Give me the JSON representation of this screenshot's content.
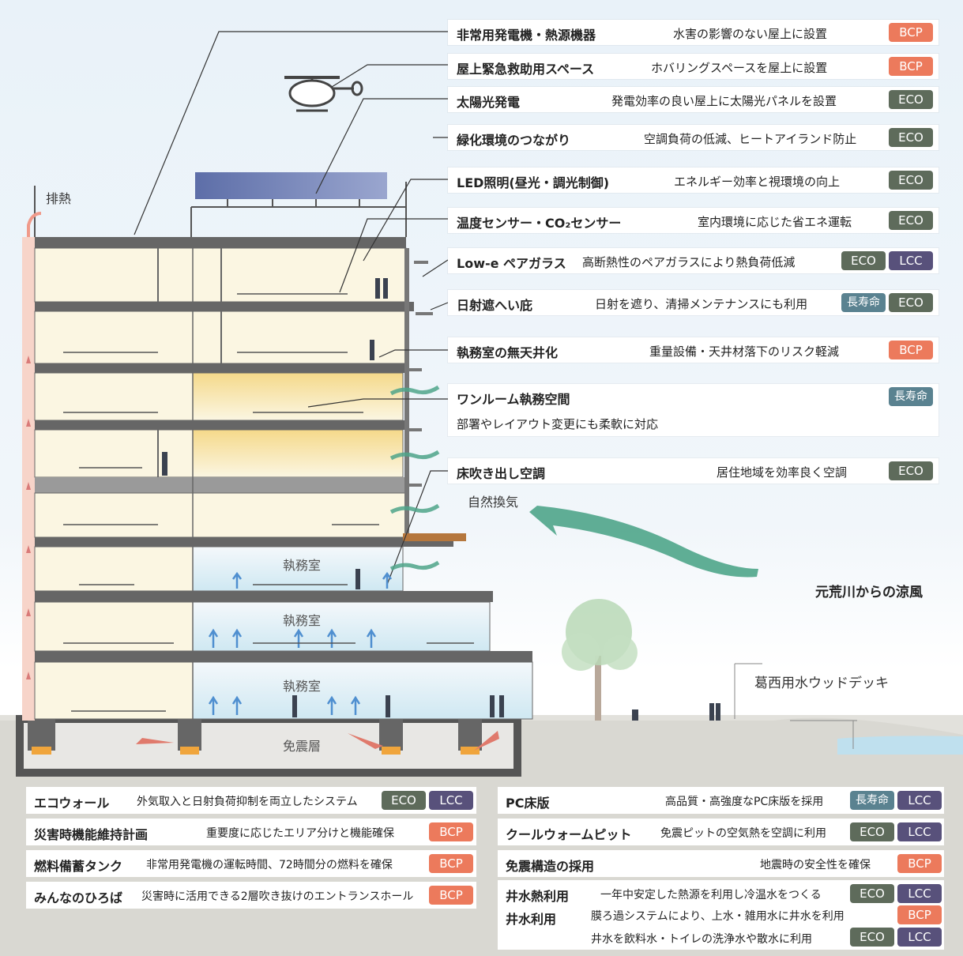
{
  "callouts": {
    "c1": {
      "title": "非常用発電機・熱源機器",
      "desc": "水害の影響のない屋上に設置",
      "b1": "BCP"
    },
    "c2": {
      "title": "屋上緊急救助用スペース",
      "desc": "ホバリングスペースを屋上に設置",
      "b1": "BCP"
    },
    "c3": {
      "title": "太陽光発電",
      "desc": "発電効率の良い屋上に太陽光パネルを設置",
      "b1": "ECO"
    },
    "c4": {
      "title": "緑化環境のつながり",
      "desc": "空調負荷の低減、ヒートアイランド防止",
      "b1": "ECO"
    },
    "c5": {
      "title": "LED照明(昼光・調光制御)",
      "desc": "エネルギー効率と視環境の向上",
      "b1": "ECO"
    },
    "c6": {
      "title": "温度センサー・CO₂センサー",
      "desc": "室内環境に応じた省エネ運転",
      "b1": "ECO"
    },
    "c7": {
      "title": "Low-e ペアガラス",
      "desc": "高断熱性のペアガラスにより熱負荷低減",
      "b1": "ECO",
      "b2": "LCC"
    },
    "c8": {
      "title": "日射遮へい庇",
      "desc": "日射を遮り、清掃メンテナンスにも利用",
      "b1": "長寿命",
      "b2": "ECO"
    },
    "c9": {
      "title": "執務室の無天井化",
      "desc": "重量設備・天井材落下のリスク軽減",
      "b1": "BCP"
    },
    "c10": {
      "title": "ワンルーム執務空間",
      "desc": "部署やレイアウト変更にも柔軟に対応",
      "b1": "長寿命"
    },
    "c11": {
      "title": "床吹き出し空調",
      "desc": "居住地域を効率良く空調",
      "b1": "ECO"
    }
  },
  "bottom_left": {
    "r1": {
      "title": "エコウォール",
      "desc": "外気取入と日射負荷抑制を両立したシステム",
      "b1": "ECO",
      "b2": "LCC"
    },
    "r2": {
      "title": "災害時機能維持計画",
      "desc": "重要度に応じたエリア分けと機能確保",
      "b1": "BCP"
    },
    "r3": {
      "title": "燃料備蓄タンク",
      "desc": "非常用発電機の運転時間、72時間分の燃料を確保",
      "b1": "BCP"
    },
    "r4": {
      "title": "みんなのひろば",
      "desc": "災害時に活用できる2層吹き抜けのエントランスホール",
      "b1": "BCP"
    }
  },
  "bottom_right": {
    "r1": {
      "title": "PC床版",
      "desc": "高品質・高強度なPC床版を採用",
      "b1": "長寿命",
      "b2": "LCC"
    },
    "r2": {
      "title": "クールウォームピット",
      "desc": "免震ピットの空気熱を空調に利用",
      "b1": "ECO",
      "b2": "LCC"
    },
    "r3": {
      "title": "免震構造の採用",
      "desc": "地震時の安全性を確保",
      "b1": "BCP"
    },
    "r4": {
      "title": "井水熱利用",
      "desc": "一年中安定した熱源を利用し冷温水をつくる",
      "b1": "ECO",
      "b2": "LCC"
    },
    "r5": {
      "title": "井水利用",
      "desc1": "膜ろ過システムにより、上水・雑用水に井水を利用",
      "b1": "BCP",
      "desc2": "井水を飲料水・トイレの洗浄水や散水に利用",
      "b2": "ECO",
      "b3": "LCC"
    }
  },
  "labels": {
    "exhaust": "排熱",
    "ventilation": "自然換気",
    "breeze": "元荒川からの涼風",
    "deck": "葛西用水ウッドデッキ",
    "office1": "執務室",
    "office2": "執務室",
    "office3": "執務室",
    "isolation": "免震層"
  },
  "colors": {
    "bcp": "#ec7a5c",
    "eco": "#5e6b5b",
    "lcc": "#58517b",
    "long_life": "#5a8290",
    "wind": "#4fa58a"
  }
}
